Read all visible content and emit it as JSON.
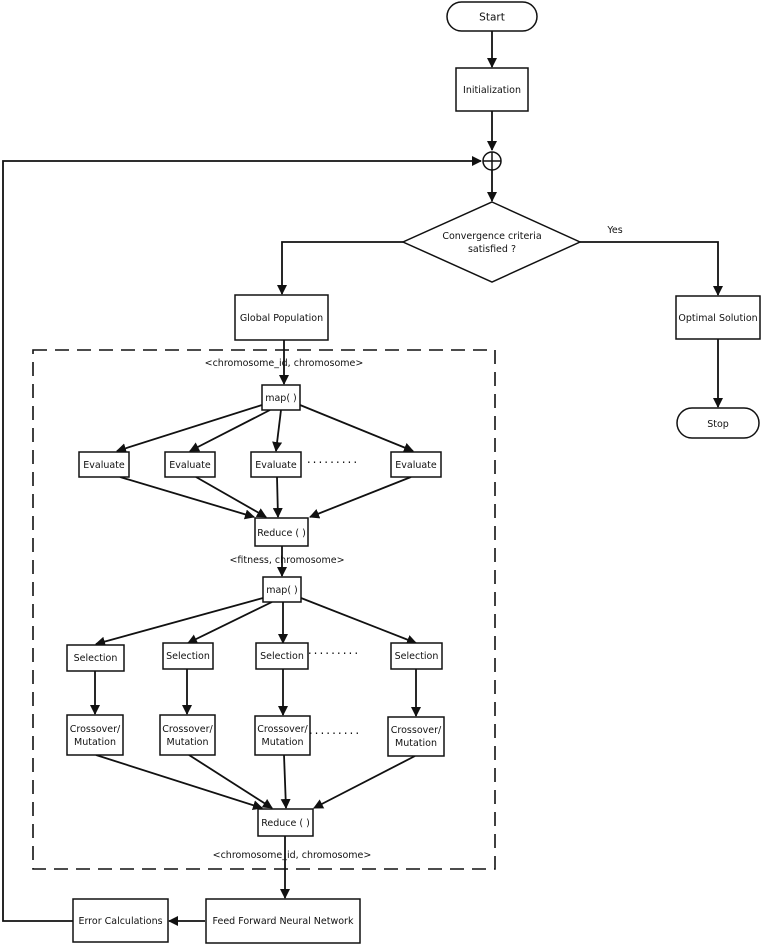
{
  "nodes": {
    "start": "Start",
    "initialization": "Initialization",
    "convergence_line1": "Convergence criteria",
    "convergence_line2": "satisfied ?",
    "yes": "Yes",
    "optimal_solution": "Optimal Solution",
    "stop": "Stop",
    "global_population": "Global Population",
    "kv_chromosome_top": "<chromosome_id, chromosome>",
    "map_1": "map( )",
    "evaluate": [
      "Evaluate",
      "Evaluate",
      "Evaluate",
      "Evaluate"
    ],
    "dots_1": ".........",
    "reduce_1": "Reduce ( )",
    "kv_fitness": "<fitness, chromosome>",
    "map_2": "map( )",
    "selection": [
      "Selection",
      "Selection",
      "Selection",
      "Selection"
    ],
    "dots_2": ".........",
    "crossover_line1": [
      "Crossover/",
      "Crossover/",
      "Crossover/",
      "Crossover/"
    ],
    "crossover_line2": [
      "Mutation",
      "Mutation",
      "Mutation",
      "Mutation"
    ],
    "dots_3": ".........",
    "reduce_2": "Reduce ( )",
    "kv_chromosome_bottom": "<chromosome_id, chromosome>",
    "feed_forward": "Feed Forward Neural Network",
    "error_calc": "Error Calculations"
  }
}
